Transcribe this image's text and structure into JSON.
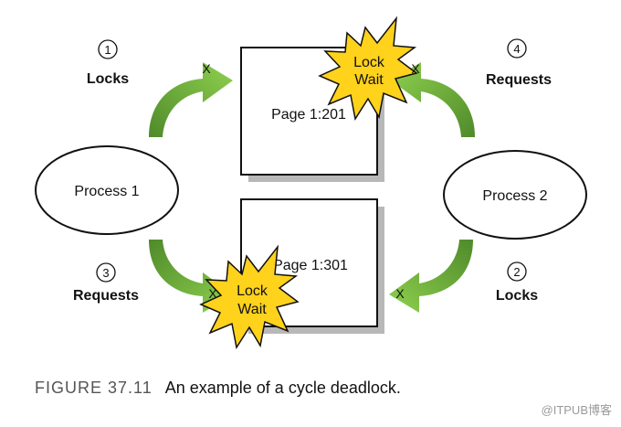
{
  "pages": {
    "top": "Page 1:201",
    "bottom": "Page 1:301"
  },
  "processes": {
    "left": "Process 1",
    "right": "Process 2"
  },
  "steps": [
    {
      "number": "1",
      "label": "Locks"
    },
    {
      "number": "2",
      "label": "Locks"
    },
    {
      "number": "3",
      "label": "Requests"
    },
    {
      "number": "4",
      "label": "Requests"
    }
  ],
  "lock_wait": {
    "line1": "Lock",
    "line2": "Wait"
  },
  "x_mark": "X",
  "caption": {
    "figure": "FIGURE 37.11",
    "text": "An example of a cycle deadlock."
  },
  "watermark": "@ITPUB博客",
  "colors": {
    "arrow_green": "#7dc242",
    "arrow_dark": "#4f8a2a",
    "burst_yellow": "#ffd21c",
    "box_shadow": "#b8b8b8"
  }
}
